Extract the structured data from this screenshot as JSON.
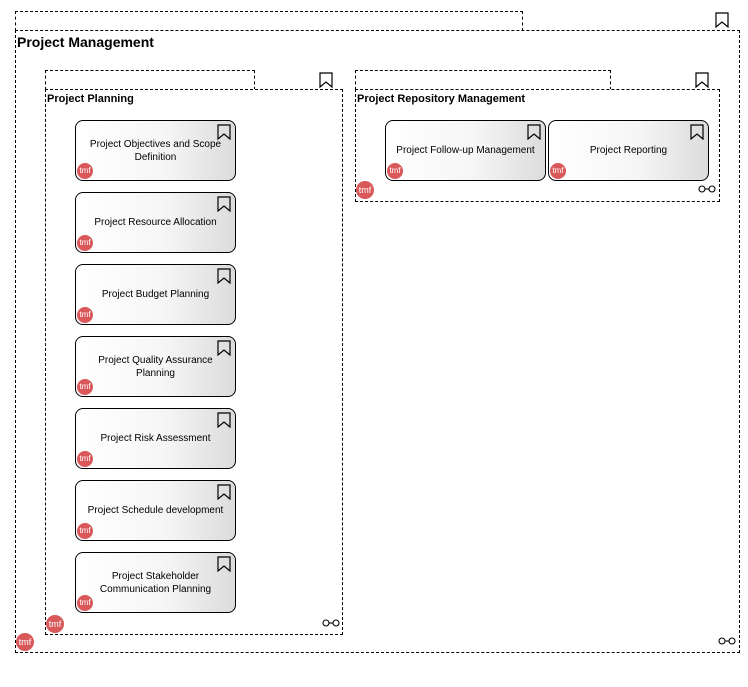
{
  "colors": {
    "badge": "#d9585a",
    "border": "#000000"
  },
  "icons": {
    "corner": "bookmark-icon",
    "footer": "association-icon"
  },
  "diagram": {
    "outer": {
      "title": "Project Management",
      "badge": "tmf"
    },
    "planning": {
      "title": "Project Planning",
      "badge": "tmf",
      "items": [
        {
          "label": "Project Objectives and Scope Definition",
          "badge": "tmf"
        },
        {
          "label": "Project Resource Allocation",
          "badge": "tmf"
        },
        {
          "label": "Project Budget Planning",
          "badge": "tmf"
        },
        {
          "label": "Project Quality Assurance Planning",
          "badge": "tmf"
        },
        {
          "label": "Project Risk Assessment",
          "badge": "tmf"
        },
        {
          "label": "Project Schedule development",
          "badge": "tmf"
        },
        {
          "label": "Project Stakeholder Communication Planning",
          "badge": "tmf"
        }
      ]
    },
    "repository": {
      "title": "Project Repository Management",
      "badge": "tmf",
      "items": [
        {
          "label": "Project Follow-up Management",
          "badge": "tmf"
        },
        {
          "label": "Project Reporting",
          "badge": "tmf"
        }
      ]
    }
  }
}
